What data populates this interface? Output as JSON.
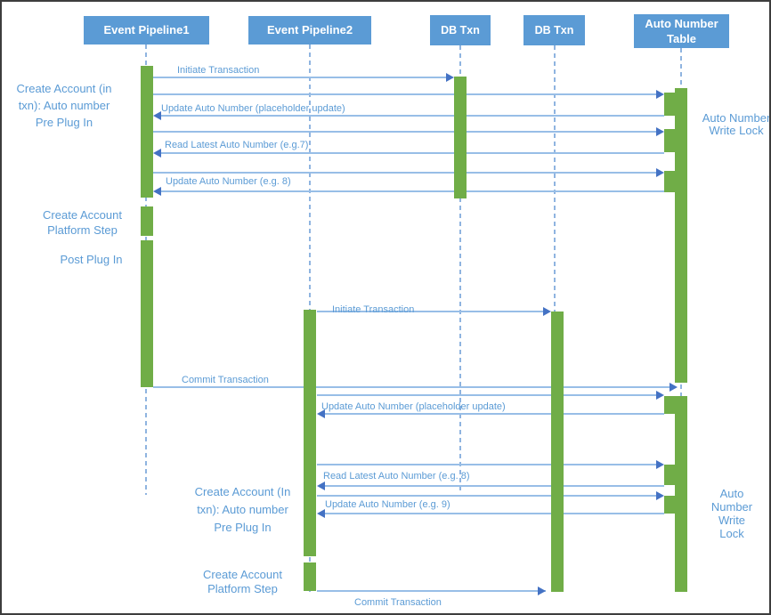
{
  "diagram": {
    "type": "sequence-diagram",
    "colors": {
      "header_fill": "#5b9bd5",
      "header_text": "#ffffff",
      "activation_fill": "#70ad47",
      "message_line": "#98bee7",
      "arrowhead": "#4472c4",
      "label_text": "#5b9bd5",
      "lifeline": "#8fb4e0",
      "canvas_border": "#3d3d3d"
    },
    "actors": [
      {
        "id": "ep1",
        "label": "Event Pipeline1"
      },
      {
        "id": "ep2",
        "label": "Event Pipeline2"
      },
      {
        "id": "db1",
        "label": "DB Txn"
      },
      {
        "id": "db2",
        "label": "DB Txn"
      },
      {
        "id": "ant",
        "label": "Auto Number Table"
      }
    ],
    "messages": [
      {
        "label": "Initiate Transaction",
        "from": "Event Pipeline1",
        "to": "DB Txn (1)",
        "direction": "right"
      },
      {
        "label": null,
        "from": "Event Pipeline1",
        "to": "Auto Number Table",
        "direction": "right"
      },
      {
        "label": "Update Auto Number (placeholder update)",
        "from": "Auto Number Table",
        "to": "Event Pipeline1",
        "direction": "left"
      },
      {
        "label": null,
        "from": "Event Pipeline1",
        "to": "Auto Number Table",
        "direction": "right"
      },
      {
        "label": "Read Latest Auto Number (e.g.7)",
        "from": "Auto Number Table",
        "to": "Event Pipeline1",
        "direction": "left"
      },
      {
        "label": null,
        "from": "Event Pipeline1",
        "to": "Auto Number Table",
        "direction": "right"
      },
      {
        "label": "Update Auto Number (e.g. 8)",
        "from": "Auto Number Table",
        "to": "Event Pipeline1",
        "direction": "left"
      },
      {
        "label": "Commit Transaction",
        "from": "Event Pipeline1",
        "to": "Auto Number Table",
        "direction": "right"
      },
      {
        "label": "Initiate Transaction",
        "from": "Event Pipeline2",
        "to": "DB Txn (2)",
        "direction": "right"
      },
      {
        "label": null,
        "from": "Event Pipeline2",
        "to": "Auto Number Table",
        "direction": "right"
      },
      {
        "label": "Update Auto Number (placeholder update)",
        "from": "Auto Number Table",
        "to": "Event Pipeline2",
        "direction": "left"
      },
      {
        "label": null,
        "from": "Event Pipeline2",
        "to": "Auto Number Table",
        "direction": "right"
      },
      {
        "label": "Read Latest Auto Number (e.g. 8)",
        "from": "Auto Number Table",
        "to": "Event Pipeline2",
        "direction": "left"
      },
      {
        "label": null,
        "from": "Event Pipeline2",
        "to": "Auto Number Table",
        "direction": "right"
      },
      {
        "label": "Update Auto Number (e.g. 9)",
        "from": "Auto Number Table",
        "to": "Event Pipeline2",
        "direction": "left"
      },
      {
        "label": "Commit Transaction",
        "from": "Event Pipeline2",
        "to": "DB Txn (2)",
        "direction": "right"
      }
    ],
    "annotations": [
      {
        "side": "left",
        "lines": [
          "Create Account (in",
          "txn): Auto number",
          "Pre Plug In"
        ]
      },
      {
        "side": "left",
        "lines": [
          "Create Account",
          "Platform Step"
        ]
      },
      {
        "side": "left",
        "lines": [
          "Post Plug In"
        ]
      },
      {
        "side": "left",
        "lines": [
          "Create Account (In",
          "txn): Auto number",
          "Pre Plug In"
        ]
      },
      {
        "side": "left",
        "lines": [
          "Create Account",
          "Platform Step"
        ]
      },
      {
        "side": "right",
        "lines": [
          "Auto Number",
          "Write Lock"
        ]
      },
      {
        "side": "right",
        "lines": [
          "Auto",
          "Number",
          "Write",
          "Lock"
        ]
      }
    ]
  }
}
